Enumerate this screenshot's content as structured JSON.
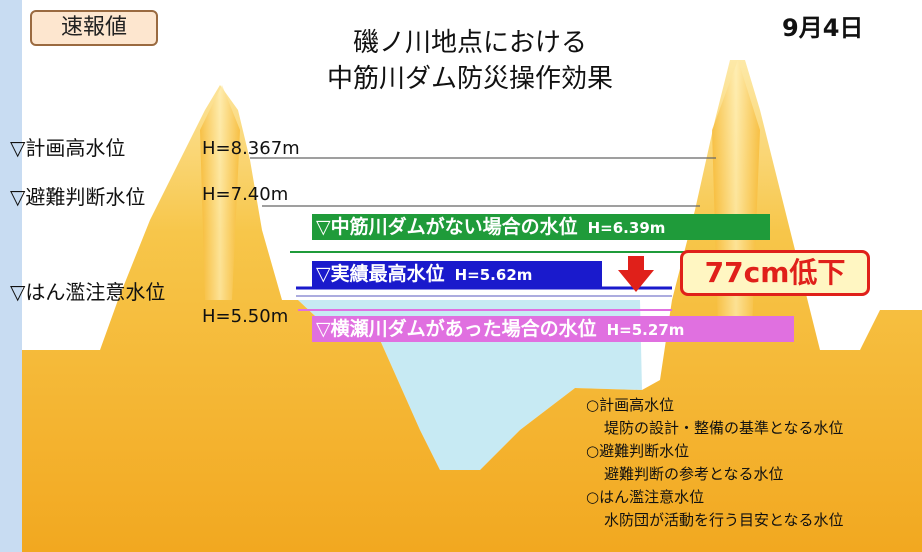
{
  "badge": "速報値",
  "title_line1": "磯ノ川地点における",
  "title_line2": "中筋川ダム防災操作効果",
  "date": "9月4日",
  "levels": {
    "plan": {
      "label": "▽計画高水位",
      "value": "H=8.367m"
    },
    "evac": {
      "label": "▽避難判断水位",
      "value": "H=7.40m"
    },
    "flood": {
      "label": "▽はん濫注意水位",
      "value": "H=5.50m"
    }
  },
  "scenarios": {
    "no_dam": {
      "label": "▽中筋川ダムがない場合の水位",
      "value": "H=6.39m",
      "color": "#1f9b3a"
    },
    "actual": {
      "label": "▽実績最高水位",
      "value": "H=5.62m",
      "color": "#1a1acc"
    },
    "yokose": {
      "label": "▽横瀬川ダムがあった場合の水位",
      "value": "H=5.27m",
      "color": "#e070e0"
    }
  },
  "effect": "77cm低下",
  "legend": [
    {
      "head": "○計画高水位",
      "desc": "堤防の設計・整備の基準となる水位"
    },
    {
      "head": "○避難判断水位",
      "desc": "避難判断の参考となる水位"
    },
    {
      "head": "○はん濫注意水位",
      "desc": "水防団が活動を行う目安となる水位"
    }
  ],
  "colors": {
    "earth": "#f5b429",
    "water": "#c7eaf3",
    "arrow": "#e0201a"
  }
}
